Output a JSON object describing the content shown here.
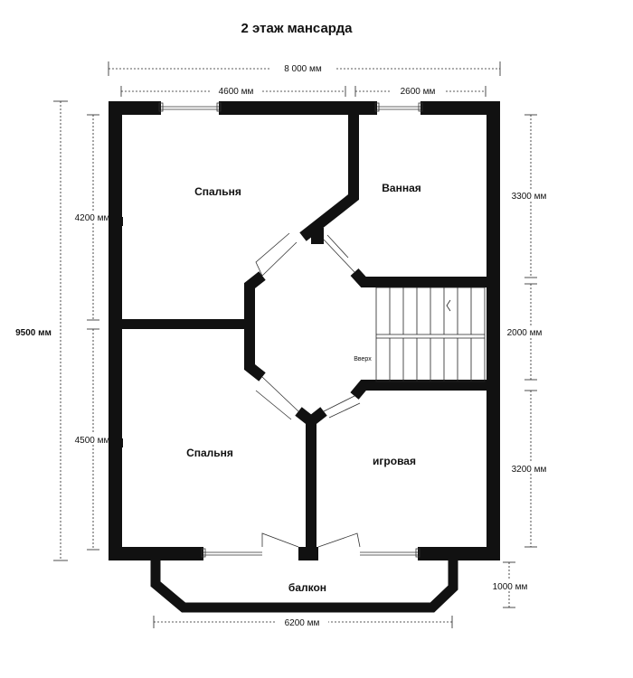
{
  "title": "2 этаж мансарда",
  "rooms": {
    "bedroom_top": "Спальня",
    "bathroom": "Ванная",
    "bedroom_bottom": "Спальня",
    "playroom": "игровая",
    "balcony": "балкон",
    "stairs_up": "Вверх"
  },
  "dimensions": {
    "total_width": "8 000 мм",
    "top_left": "4600 мм",
    "top_right": "2600 мм",
    "total_height": "9500 мм",
    "left_upper": "4200 мм",
    "left_lower": "4500 мм",
    "right_top": "3300 мм",
    "right_middle": "2000 мм",
    "right_bottom": "3200 мм",
    "balcony_depth": "1000 мм",
    "balcony_width": "6200 мм"
  }
}
